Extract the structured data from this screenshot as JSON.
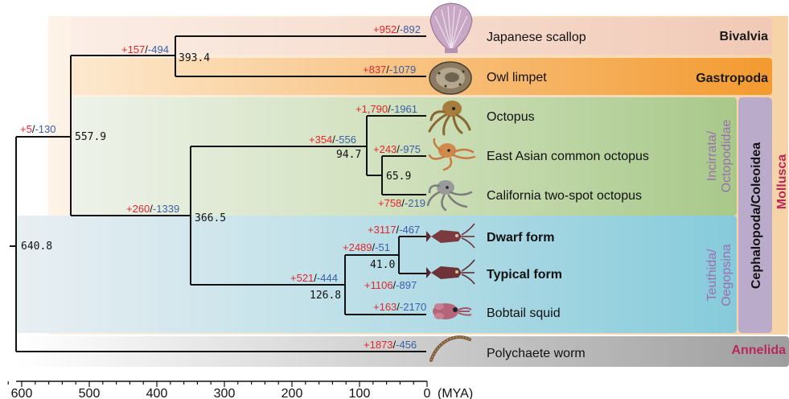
{
  "colors": {
    "gain": "#e3262e",
    "loss": "#3a5fa8",
    "bivalvia_band": "#f3cdbb",
    "gastropoda_band": "#f6a340",
    "incirrata_band": "#aecd8f",
    "teuthida_band": "#8ecfdd",
    "annelida_band": "#a9a9a9",
    "cephalopoda_band": "#b6a8c9",
    "mollusca_band": "#f7d6ae",
    "clade_accent": "#b8285c",
    "subclade_text": "#9a6fb0"
  },
  "taxa": {
    "japanese_scallop": "Japanese scallop",
    "owl_limpet": "Owl limpet",
    "octopus": "Octopus",
    "east_asian_octopus": "East Asian common octopus",
    "california_octopus": "California two-spot octopus",
    "dwarf_form": "Dwarf form",
    "typical_form": "Typical form",
    "bobtail_squid": "Bobtail squid",
    "polychaete_worm": "Polychaete worm"
  },
  "groups": {
    "bivalvia": "Bivalvia",
    "gastropoda": "Gastropoda",
    "annelida": "Annelida",
    "incirrata_line1": "Incirrata/",
    "incirrata_line2": "Octopodidae",
    "teuthida_line1": "Teuthida/",
    "teuthida_line2": "Oegopsina",
    "cephalopoda": "Cephalopoda/Coleoidea",
    "mollusca": "Mollusca"
  },
  "node_ages": {
    "root": "640.8",
    "mollusca": "557.9",
    "bivalvia_gastropoda": "393.4",
    "cephalopoda": "366.5",
    "octopus_clade": "94.7",
    "east_asian_california": "65.9",
    "squid_clade": "126.8",
    "dwarf_typical": "41.0"
  },
  "branch_changes": {
    "mollusca_stem": {
      "gain": "+5",
      "loss": "-130"
    },
    "conchifera": {
      "gain": "+157",
      "loss": "-494"
    },
    "japanese_scallop": {
      "gain": "+952",
      "loss": "-892"
    },
    "owl_limpet": {
      "gain": "+837",
      "loss": "-1079"
    },
    "cephalopoda": {
      "gain": "+260",
      "loss": "-1339"
    },
    "octopus_clade": {
      "gain": "+354",
      "loss": "-556"
    },
    "octopus": {
      "gain": "+1,790",
      "loss": "-1961"
    },
    "east_asian_octopus": {
      "gain": "+243",
      "loss": "-975"
    },
    "california_octopus": {
      "gain": "+758",
      "loss": "-219"
    },
    "squid_clade": {
      "gain": "+521",
      "loss": "-444"
    },
    "dwarf_typical": {
      "gain": "+2489",
      "loss": "-51"
    },
    "dwarf_form": {
      "gain": "+3117",
      "loss": "-467"
    },
    "typical_form": {
      "gain": "+1106",
      "loss": "-897"
    },
    "bobtail_squid": {
      "gain": "+163",
      "loss": "-2170"
    },
    "polychaete_worm": {
      "gain": "+1873",
      "loss": "-456"
    }
  },
  "axis": {
    "ticks": [
      "600",
      "500",
      "400",
      "300",
      "200",
      "100",
      "0"
    ],
    "unit": "(MYA)"
  },
  "icons": [
    "scallop-shell-icon",
    "limpet-shell-icon",
    "octopus-icon",
    "octopus-icon",
    "octopus-icon",
    "squid-icon",
    "squid-icon",
    "bobtail-squid-icon",
    "worm-icon"
  ]
}
